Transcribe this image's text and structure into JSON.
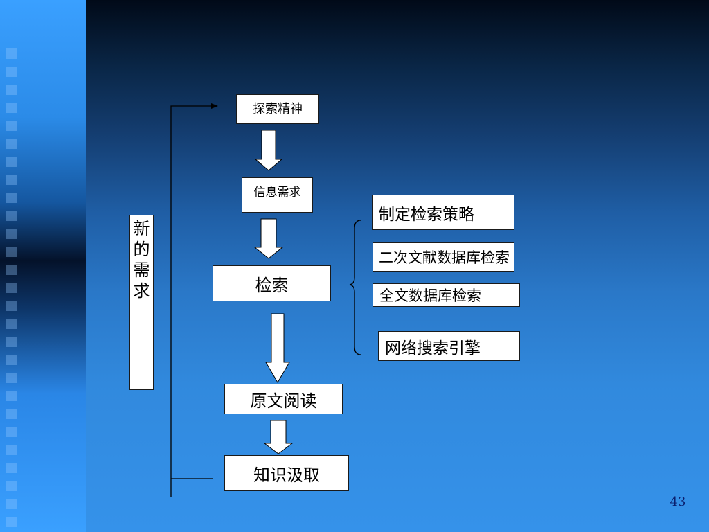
{
  "nodes": {
    "explore_spirit": "探索精神",
    "info_need": "信息需求",
    "retrieval": "检索",
    "original_reading": "原文阅读",
    "knowledge_acquisition": "知识汲取"
  },
  "feedback_label": "新的需求",
  "methods": {
    "strategy": "制定检索策略",
    "secondary_db": "二次文献数据库检索",
    "fulltext_db": "全文数据库检索",
    "web_search": "网络搜索引擎"
  },
  "page_number": "43",
  "colors": {
    "box_fill": "#ffffff",
    "line": "#000000",
    "page_number": "#0a1f6e"
  }
}
